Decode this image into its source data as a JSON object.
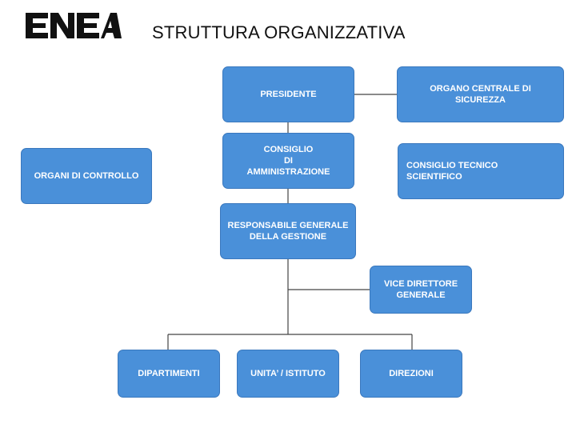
{
  "header": {
    "logo_text": "ENEA",
    "title": "STRUTTURA ORGANIZZATIVA"
  },
  "org": {
    "presidente": "PRESIDENTE",
    "organo_centrale": "ORGANO CENTRALE DI\nSICUREZZA",
    "consiglio_amministrazione": "CONSIGLIO\nDI\nAMMINISTRAZIONE",
    "consiglio_tecnico": "CONSIGLIO TECNICO\nSCIENTIFICO",
    "organi_controllo": "ORGANI DI CONTROLLO",
    "responsabile_generale": "RESPONSABILE GENERALE\nDELLA GESTIONE",
    "vice_direttore": "VICE DIRETTORE\nGENERALE",
    "dipartimenti": "DIPARTIMENTI",
    "unita_istituto": "UNITA’ / ISTITUTO",
    "direzioni": "DIREZIONI"
  },
  "colors": {
    "box_fill": "#4a90d9",
    "box_border": "#3a78bd",
    "connector": "#444444"
  }
}
